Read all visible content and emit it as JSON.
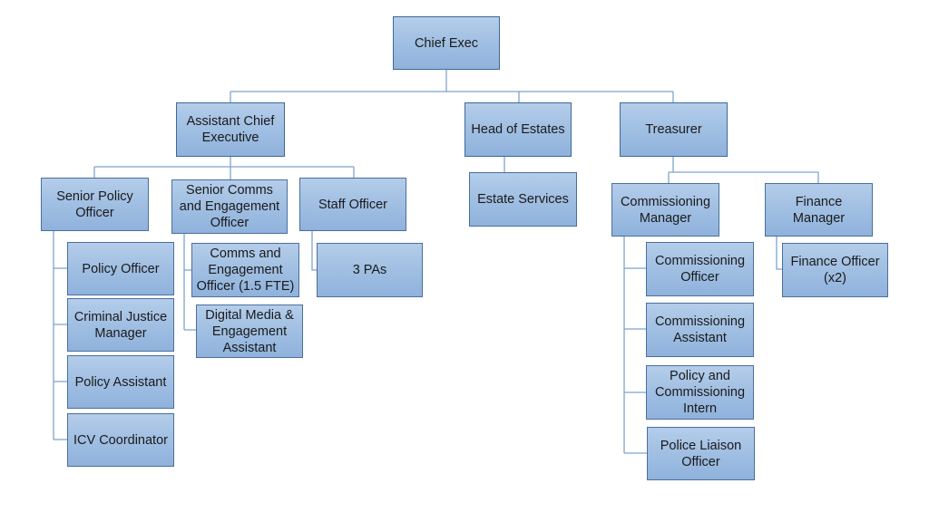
{
  "colors": {
    "box_fill": "#a2c0e3",
    "box_border": "#4a6f9c",
    "connector": "#7fa3c9"
  },
  "nodes": {
    "chief_exec": "Chief Exec",
    "assistant_chief_executive": "Assistant Chief Executive",
    "head_of_estates": "Head of Estates",
    "treasurer": "Treasurer",
    "senior_policy_officer": "Senior Policy Officer",
    "senior_comms": "Senior Comms and Engagement Officer",
    "staff_officer": "Staff Officer",
    "estate_services": "Estate Services",
    "commissioning_manager": "Commissioning Manager",
    "finance_manager": "Finance Manager",
    "policy_officer": "Policy Officer",
    "criminal_justice_manager": "Criminal Justice Manager",
    "policy_assistant": "Policy Assistant",
    "icv_coordinator": "ICV Coordinator",
    "comms_engagement_officer": "Comms and Engagement Officer (1.5 FTE)",
    "digital_media_assistant": "Digital Media & Engagement Assistant",
    "three_pas": "3 PAs",
    "commissioning_officer": "Commissioning Officer",
    "commissioning_assistant": "Commissioning Assistant",
    "policy_commissioning_intern": "Policy and Commissioning Intern",
    "police_liaison_officer": "Police Liaison Officer",
    "finance_officer": "Finance Officer (x2)"
  }
}
